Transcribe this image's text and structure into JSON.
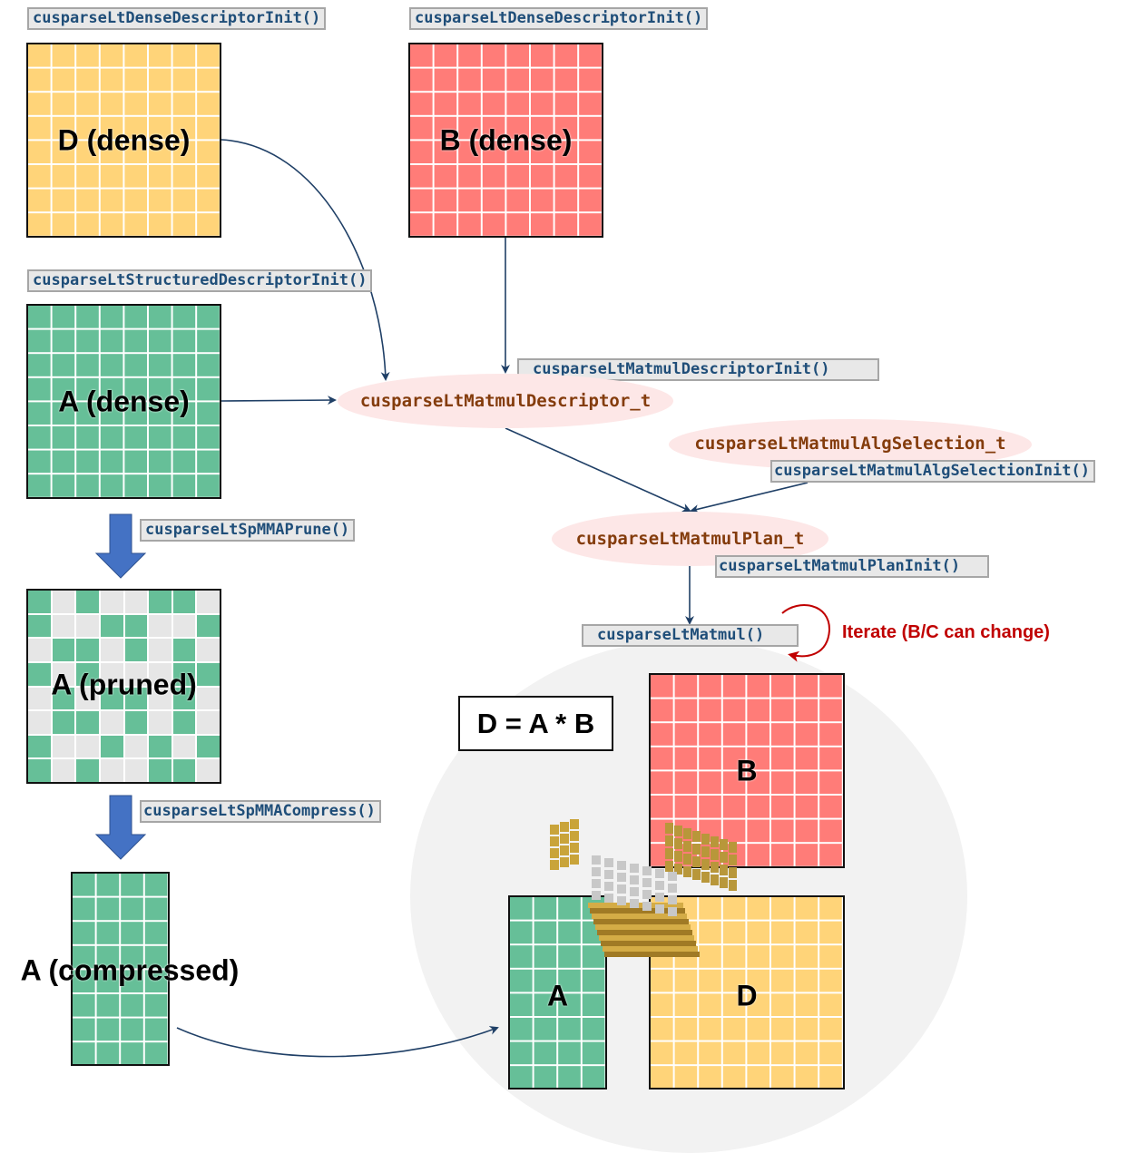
{
  "functions": {
    "dense_init_d": "cusparseLtDenseDescriptorInit()",
    "dense_init_b": "cusparseLtDenseDescriptorInit()",
    "structured_init": "cusparseLtStructuredDescriptorInit()",
    "matmul_desc_init": "cusparseLtMatmulDescriptorInit()",
    "alg_sel_init": "cusparseLtMatmulAlgSelectionInit()",
    "prune": "cusparseLtSpMMAPrune()",
    "plan_init": "cusparseLtMatmulPlanInit()",
    "matmul": "cusparseLtMatmul()",
    "compress": "cusparseLtSpMMACompress()"
  },
  "types": {
    "matmul_descriptor": "cusparseLtMatmulDescriptor_t",
    "alg_selection": "cusparseLtMatmulAlgSelection_t",
    "plan": "cusparseLtMatmulPlan_t"
  },
  "matrices": {
    "d_dense": "D (dense)",
    "b_dense": "B (dense)",
    "a_dense": "A (dense)",
    "a_pruned": "A (pruned)",
    "a_compressed": "A (compressed)",
    "result_a": "A",
    "result_b": "B",
    "result_d": "D"
  },
  "pruned_pattern": [
    [
      1,
      0,
      1,
      0,
      0,
      1,
      1,
      0
    ],
    [
      1,
      0,
      0,
      1,
      1,
      0,
      0,
      1
    ],
    [
      0,
      1,
      1,
      0,
      1,
      0,
      1,
      0
    ],
    [
      1,
      0,
      1,
      0,
      0,
      0,
      1,
      1
    ],
    [
      0,
      1,
      0,
      1,
      1,
      0,
      1,
      0
    ],
    [
      0,
      1,
      1,
      0,
      1,
      0,
      1,
      0
    ],
    [
      1,
      0,
      0,
      1,
      0,
      1,
      0,
      1
    ],
    [
      1,
      0,
      1,
      0,
      0,
      1,
      1,
      0
    ]
  ],
  "equation": "D = A * B",
  "iterate_note": "Iterate (B/C can change)",
  "colors": {
    "dense_d": "#ffd479",
    "dense_b": "#ff7c78",
    "dense_a": "#66bf98",
    "pruned_empty": "#e6e6e6",
    "function_text": "#1f4e79",
    "type_text": "#843c0c",
    "iterate": "#c00000",
    "block_arrow": "#4472c4"
  }
}
